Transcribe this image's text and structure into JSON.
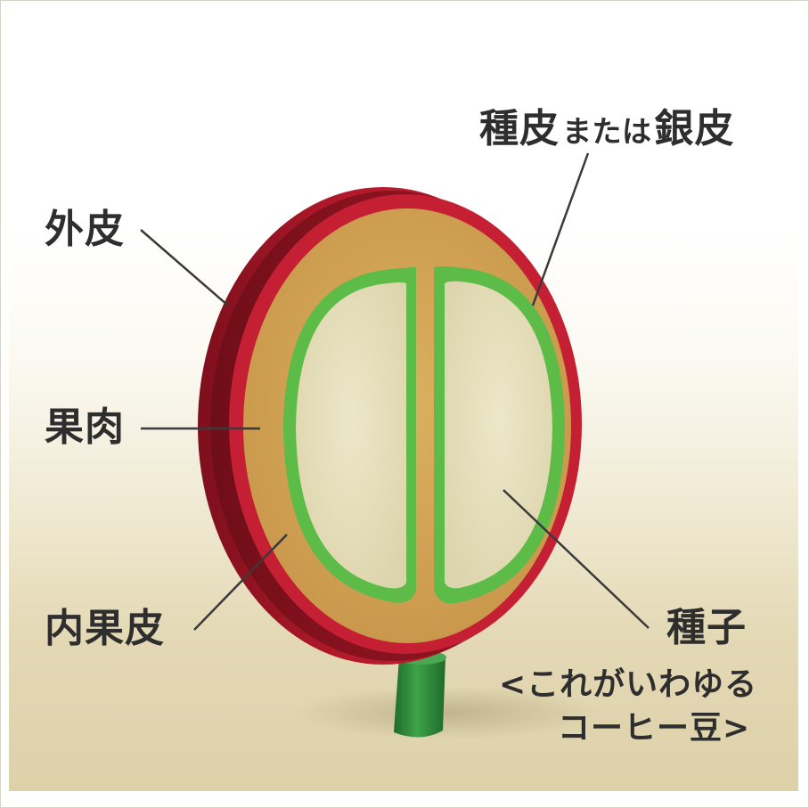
{
  "labels": {
    "outer_skin": "外皮",
    "pulp": "果肉",
    "parchment": "内果皮",
    "silverskin_part1": "種皮",
    "silverskin_part2": "または",
    "silverskin_part3": "銀皮",
    "seed": "種子",
    "seed_note_line1": "<これがいわゆる",
    "seed_note_line2": "コーヒー豆>"
  },
  "colors": {
    "skin_red": "#b8182a",
    "skin_dark": "#6e0f18",
    "pulp_tan": "#d4a450",
    "parchment_green": "#5cb947",
    "seed_cream": "#e5dfbd",
    "stem_green": "#2f8f3a",
    "text": "#2e2e2e"
  }
}
